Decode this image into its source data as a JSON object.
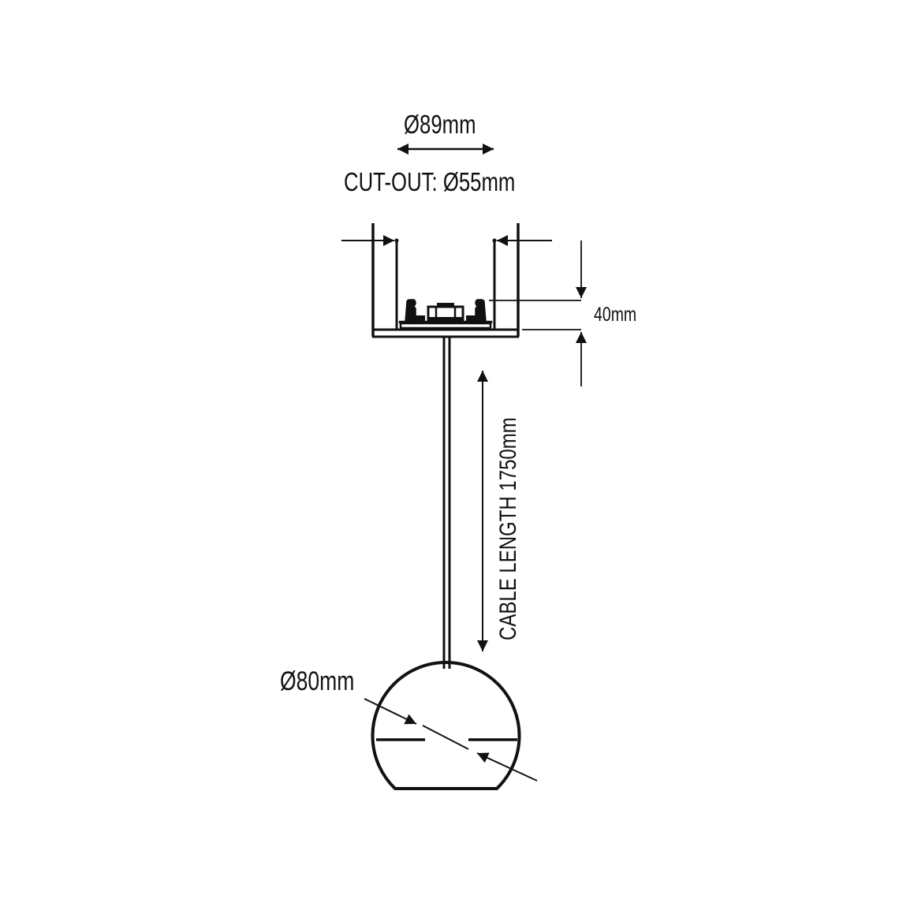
{
  "drawing": {
    "title": "Pendant light technical dimension drawing",
    "line_color": "#111111",
    "background_color": "#ffffff"
  },
  "dimensions": {
    "canopy_diameter": {
      "label": "Ø89mm",
      "value": 89,
      "unit": "mm"
    },
    "cutout": {
      "label": "CUT-OUT: Ø55mm",
      "value": 55,
      "unit": "mm"
    },
    "canopy_height": {
      "label": "40mm",
      "value": 40,
      "unit": "mm"
    },
    "cable_length": {
      "label": "CABLE LENGTH 1750mm",
      "value": 1750,
      "unit": "mm"
    },
    "shade_diameter": {
      "label": "Ø80mm",
      "value": 80,
      "unit": "mm"
    }
  },
  "components": [
    {
      "name": "recessed canopy housing"
    },
    {
      "name": "driver / connector block"
    },
    {
      "name": "suspension cable"
    },
    {
      "name": "spherical shade"
    }
  ]
}
